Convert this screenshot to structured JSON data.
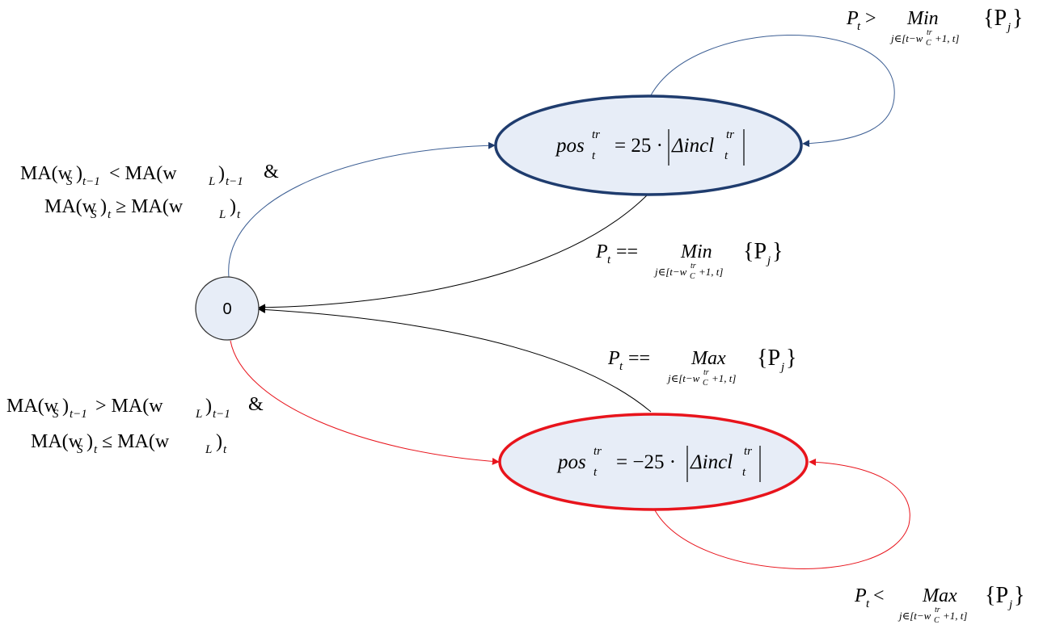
{
  "diagram": {
    "nodes": {
      "zero": {
        "label": "0"
      },
      "long": {
        "label_var": "pos",
        "label_sub": "t",
        "label_sup": "tr",
        "label_rhs": "= 25 ·",
        "label_abs": "Δincl",
        "border": "#1f3c6e",
        "fill": "#e7edf7"
      },
      "short": {
        "label_var": "pos",
        "label_sub": "t",
        "label_sup": "tr",
        "label_rhs": "= −25 ·",
        "label_abs": "Δincl",
        "border": "#e8141c",
        "fill": "#e7edf7"
      }
    },
    "edges": {
      "enter_long": {
        "line1": "MA(w",
        "line1_s": "S",
        "line1_b": ")",
        "line1_c": "t−1",
        "line1_op": " < MA(w",
        "line1_l": "L",
        "line1_d": ")",
        "line1_e": "t−1",
        "amp": "&",
        "line2": "MA(w",
        "line2_s": "S",
        "line2_b": ")",
        "line2_c": "t",
        "line2_op": " ≥ MA(w",
        "line2_l": "L",
        "line2_d": ")",
        "line2_e": "t",
        "color": "#3d5f94"
      },
      "enter_short": {
        "line1": "MA(w",
        "line1_s": "S",
        "line1_b": ")",
        "line1_c": "t−1",
        "line1_op": " > MA(w",
        "line1_l": "L",
        "line1_d": ")",
        "line1_e": "t−1",
        "amp": "&",
        "line2": "MA(w",
        "line2_s": "S",
        "line2_b": ")",
        "line2_c": "t",
        "line2_op": " ≤ MA(w",
        "line2_l": "L",
        "line2_d": ")",
        "line2_e": "t",
        "color": "#e8141c"
      },
      "stay_long": {
        "lhs": "P",
        "lhs_sub": "t",
        "op": " > ",
        "fn": "Min",
        "range": "j∈[t−w",
        "range_sub": "C",
        "range_sup": "tr",
        "range_end": "+1, t]",
        "arg": "{P",
        "arg_sub": "j",
        "arg_end": " }",
        "color": "#3d5f94"
      },
      "exit_long": {
        "lhs": "P",
        "lhs_sub": "t",
        "op": " == ",
        "fn": "Min",
        "range": "j∈[t−w",
        "range_sub": "C",
        "range_sup": "tr",
        "range_end": "+1, t]",
        "arg": "{P",
        "arg_sub": "j",
        "arg_end": " }",
        "color": "#000000"
      },
      "exit_short": {
        "lhs": "P",
        "lhs_sub": "t",
        "op": " == ",
        "fn": "Max",
        "range": "j∈[t−w",
        "range_sub": "C",
        "range_sup": "tr",
        "range_end": "+1, t]",
        "arg": "{P",
        "arg_sub": "j",
        "arg_end": " }",
        "color": "#000000"
      },
      "stay_short": {
        "lhs": "P",
        "lhs_sub": "t",
        "op": " < ",
        "fn": "Max",
        "range": "j∈[t−w",
        "range_sub": "C",
        "range_sup": "tr",
        "range_end": "+1, t]",
        "arg": "{P",
        "arg_sub": "j",
        "arg_end": " }",
        "color": "#e8141c"
      }
    }
  }
}
